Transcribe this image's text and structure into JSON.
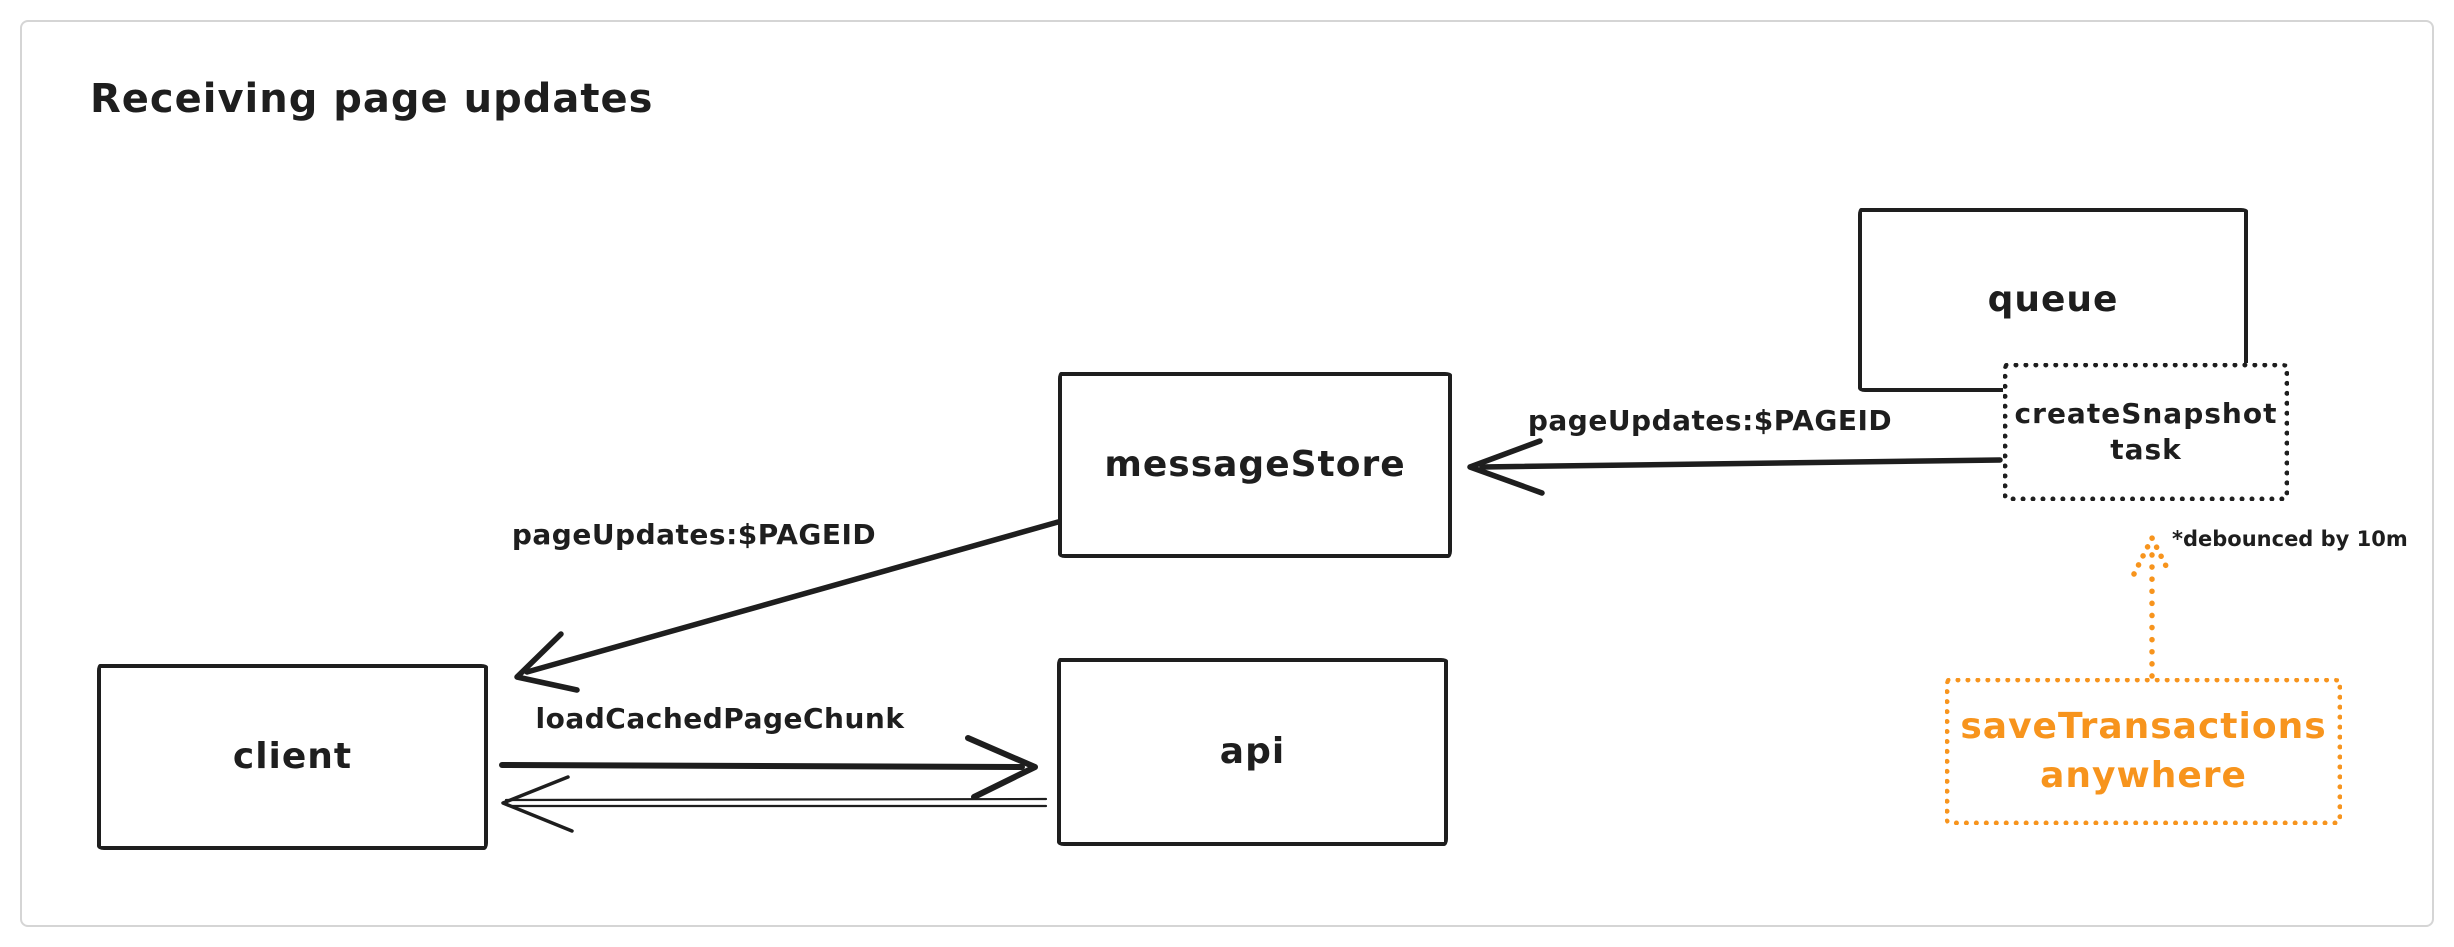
{
  "title": "Receiving page updates",
  "colors": {
    "ink": "#1e1e1e",
    "orange": "#f7941d",
    "frame_border": "#d5d5d5",
    "background": "#ffffff"
  },
  "nodes": {
    "queue": {
      "label": "queue"
    },
    "create_snapshot_task": {
      "line1": "createSnapshot",
      "line2": "task"
    },
    "message_store": {
      "label": "messageStore"
    },
    "client": {
      "label": "client"
    },
    "api": {
      "label": "api"
    },
    "save_transactions": {
      "line1": "saveTransactions",
      "line2": "anywhere"
    }
  },
  "edges": {
    "task_to_message_store": {
      "label": "pageUpdates:$PAGEID"
    },
    "message_store_to_client": {
      "label": "pageUpdates:$PAGEID"
    },
    "client_to_api": {
      "label": "loadCachedPageChunk"
    },
    "save_transactions_to_task": {
      "annotation": "*debounced by 10m"
    }
  }
}
